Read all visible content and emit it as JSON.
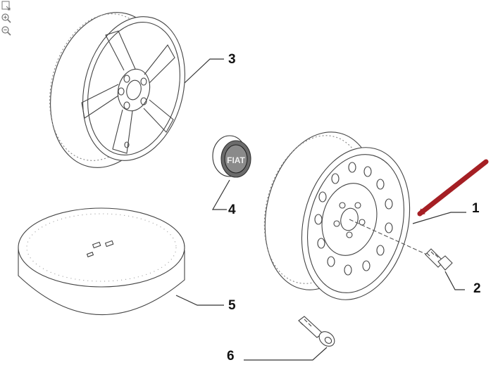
{
  "toolbar": {
    "tools": [
      {
        "icon": "fit-page-icon"
      },
      {
        "icon": "zoom-in-icon"
      },
      {
        "icon": "zoom-out-icon"
      }
    ]
  },
  "diagram": {
    "callouts": {
      "steel_wheel": "1",
      "wheel_bolt": "2",
      "alloy_wheel": "3",
      "hub_cap": "4",
      "spare_wheel_cover": "5",
      "tyre_valve": "6"
    },
    "hubcap_logo": "FIAT",
    "highlight_color": "#a51f24",
    "line_color": "#333333"
  }
}
